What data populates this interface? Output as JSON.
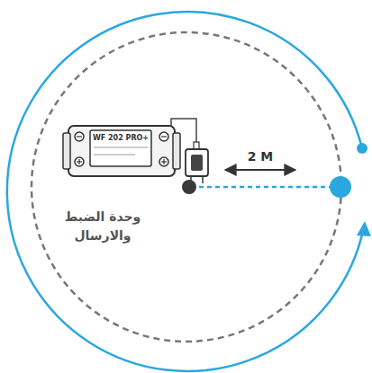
{
  "diagram": {
    "labels": [
      "WF 202 PRO+",
      "2 M",
      "وحدة الضبط والارسال"
    ]
  }
}
